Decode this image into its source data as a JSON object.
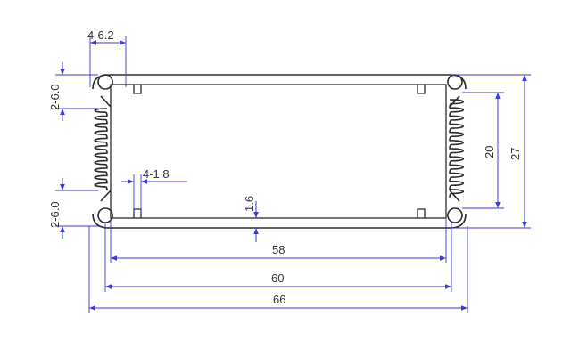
{
  "dimensions": {
    "top_hole": "4-6.2",
    "left_upper_hole": "2-6.0",
    "left_lower_hole": "2-6.0",
    "slot": "4-1.8",
    "wall": "1.6",
    "inner_width": "58",
    "middle_width": "60",
    "overall_width": "66",
    "fin_height": "20",
    "overall_height": "27"
  },
  "colors": {
    "dimension": "#3a3ad6",
    "outline": "#2b2b2b"
  }
}
